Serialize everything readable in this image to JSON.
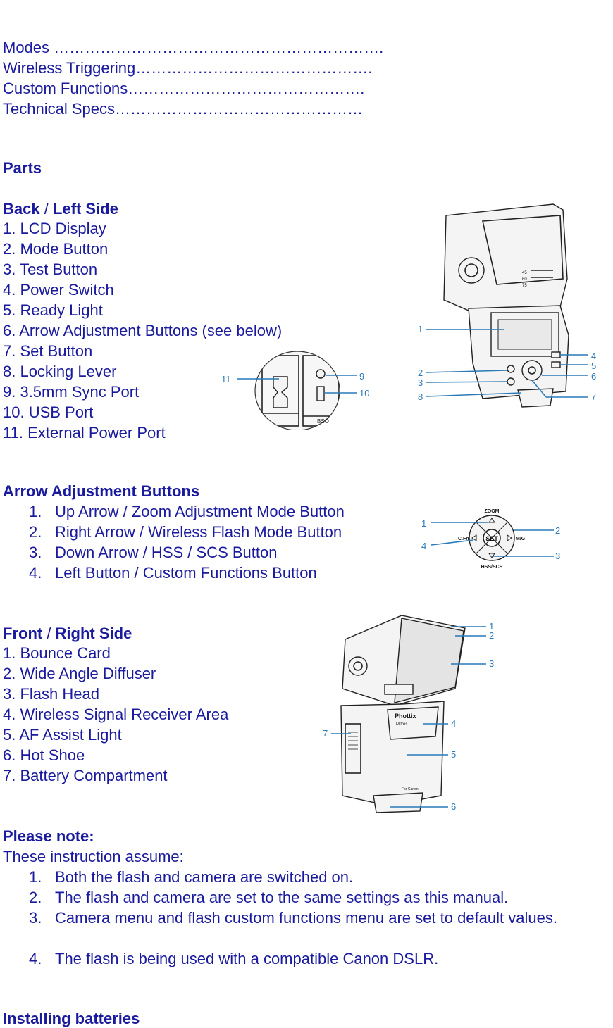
{
  "toc": [
    "Modes ……………………………………………………….",
    "Wireless Triggering……………………………………….",
    "Custom Functions……………………………………….",
    "Technical Specs…………………………………………"
  ],
  "parts_heading": "Parts",
  "back": {
    "heading_a": "Back",
    "heading_sep": " / ",
    "heading_b": "Left Side",
    "items": [
      "1. LCD Display",
      "2. Mode Button",
      "3. Test Button",
      "4. Power Switch",
      "5. Ready Light",
      "6. Arrow Adjustment Buttons (see below)",
      "7. Set Button",
      "8. Locking Lever",
      "9. 3.5mm Sync Port",
      "10. USB Port",
      "11. External Power Port"
    ],
    "figure_callouts": [
      "1",
      "2",
      "3",
      "8",
      "4",
      "5",
      "6",
      "7"
    ],
    "port_callouts": [
      "11",
      "9",
      "10"
    ],
    "port_text": "BSO"
  },
  "arrow": {
    "heading": "Arrow Adjustment Buttons",
    "items": [
      {
        "num": "1.",
        "text": "Up Arrow / Zoom Adjustment Mode Button"
      },
      {
        "num": "2.",
        "text": "Right Arrow / Wireless Flash Mode Button"
      },
      {
        "num": "3.",
        "text": "Down Arrow / HSS / SCS Button"
      },
      {
        "num": "4.",
        "text": "Left Button / Custom Functions Button"
      }
    ],
    "dial": {
      "top": "ZOOM",
      "left": "C.Fn",
      "right": "M/G",
      "bottom": "HSS/SCS",
      "center": "SET"
    },
    "callouts": [
      "1",
      "4",
      "2",
      "3"
    ]
  },
  "front": {
    "heading_a": "Front",
    "heading_sep": " / ",
    "heading_b": "Right Side",
    "items": [
      "1. Bounce Card",
      "2. Wide Angle Diffuser",
      "3. Flash Head",
      "4. Wireless Signal Receiver Area",
      "5. AF Assist Light",
      "6. Hot Shoe",
      "7. Battery Compartment"
    ],
    "brand": "Phottix",
    "model": "Mitros",
    "foot_text": "For Canon",
    "callouts": [
      "1",
      "2",
      "3",
      "4",
      "5",
      "6",
      "7"
    ]
  },
  "note": {
    "heading": "Please note:",
    "intro": "These instruction assume:",
    "items": [
      {
        "num": "1.",
        "text": "Both the flash and camera are switched on."
      },
      {
        "num": "2.",
        "text": "The flash and camera are set to the same settings as this manual."
      },
      {
        "num": "3.",
        "text": "Camera menu and flash custom functions menu are set to default values."
      },
      {
        "num": "4.",
        "text": "The flash is being used with a compatible Canon DSLR."
      }
    ]
  },
  "install_heading": "Installing batteries"
}
